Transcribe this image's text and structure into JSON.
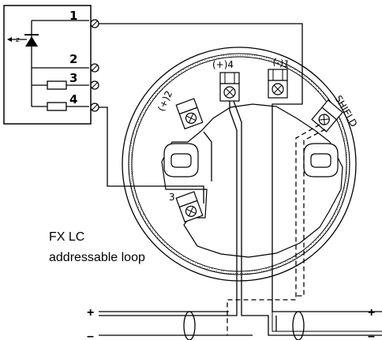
{
  "module": {
    "terminals": [
      "1",
      "2",
      "3",
      "4"
    ],
    "icons": [
      "diode-icon",
      "resistor-icon",
      "screw-terminal-icon"
    ]
  },
  "base": {
    "terminals": [
      {
        "id": "base-terminal-minus1",
        "label": "(-)1"
      },
      {
        "id": "base-terminal-plus4",
        "label": "(+)4"
      },
      {
        "id": "base-terminal-plus2",
        "label": "(+)2"
      },
      {
        "id": "base-terminal-shield",
        "label": "SHIELD"
      },
      {
        "id": "base-terminal-3",
        "label": "3"
      }
    ]
  },
  "loop": {
    "label_line1": "FX LC",
    "label_line2": "addressable loop",
    "plus": "+",
    "minus": "–"
  },
  "colors": {
    "line": "#000000",
    "background": "#ffffff"
  }
}
